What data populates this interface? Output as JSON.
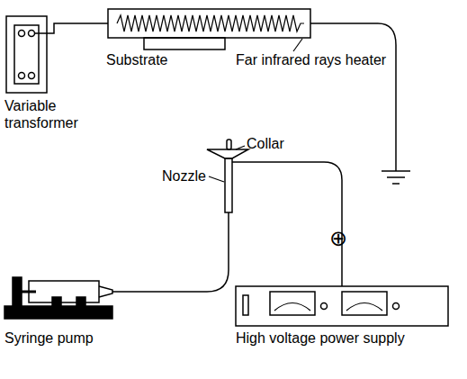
{
  "diagram": {
    "labels": [
      "Variable transformer",
      "Substrate",
      "Far infrared rays heater",
      "Collar",
      "Nozzle",
      "⊕",
      "Syringe pump",
      "High voltage power supply"
    ]
  }
}
